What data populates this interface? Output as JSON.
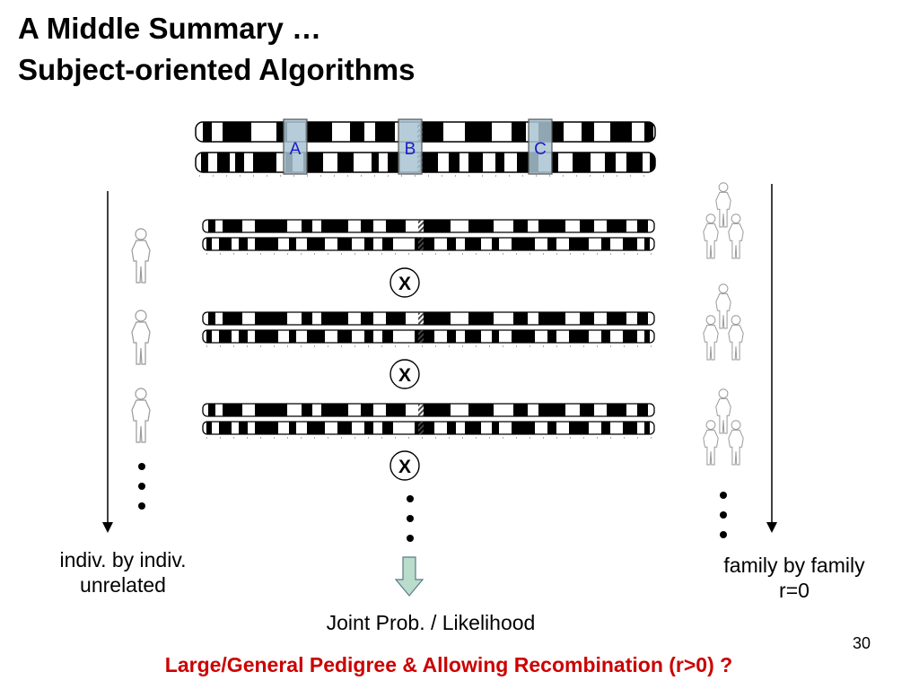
{
  "title_line1": "A Middle Summary …",
  "title_line2": "Subject-oriented Algorithms",
  "markers": {
    "a": "A",
    "b": "B",
    "c": "C"
  },
  "multiply_symbol": "X",
  "left_label": {
    "line1": "indiv. by indiv.",
    "line2": "unrelated"
  },
  "right_label": {
    "line1": "family by family",
    "line2": "r=0"
  },
  "bottom_label": "Joint Prob. / Likelihood",
  "slide_number": "30",
  "question": "Large/General Pedigree & Allowing Recombination (r>0)  ?",
  "colors": {
    "question": "#cc0000",
    "marker_text": "#1a1acc",
    "marker_fill": "#a9c4d2",
    "arrow_fill": "#b9dccb"
  }
}
